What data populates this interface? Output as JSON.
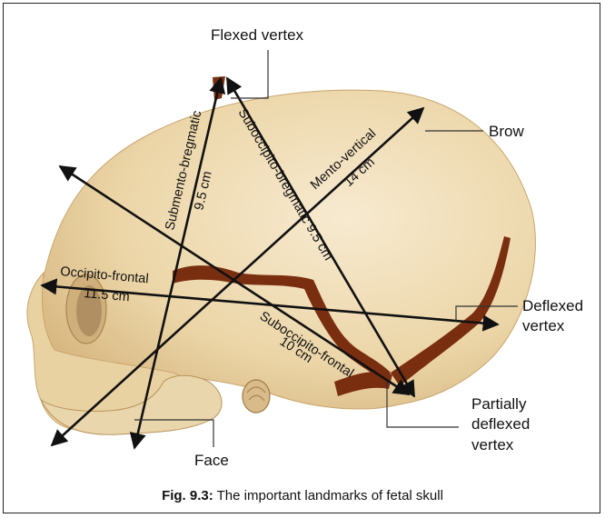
{
  "labels": {
    "flexed_vertex": "Flexed vertex",
    "brow": "Brow",
    "deflexed_vertex_1": "Deflexed",
    "deflexed_vertex_2": "vertex",
    "partially_1": "Partially",
    "partially_2": "deflexed",
    "partially_3": "vertex",
    "face": "Face"
  },
  "diameters": {
    "submento_bregmatic": "Submento-bregmatic",
    "submento_bregmatic_size": "9.5 cm",
    "suboccipito_bregmatic": "Suboccipito-bregmatic 9.5 cm",
    "mento_vertical": "Mento-vertical",
    "mento_vertical_size": "14 cm",
    "occipito_frontal": "Occipito-frontal",
    "occipito_frontal_size": "11.5 cm",
    "suboccipito_frontal": "Suboccipito-frontal",
    "suboccipito_frontal_size": "10 cm"
  },
  "caption": {
    "number": "Fig. 9.3:",
    "text": " The important landmarks of fetal skull"
  },
  "colors": {
    "bone": "#efdcb4",
    "bone_shade": "#d9bb86",
    "suture": "#7a2e10",
    "line": "#111111"
  }
}
